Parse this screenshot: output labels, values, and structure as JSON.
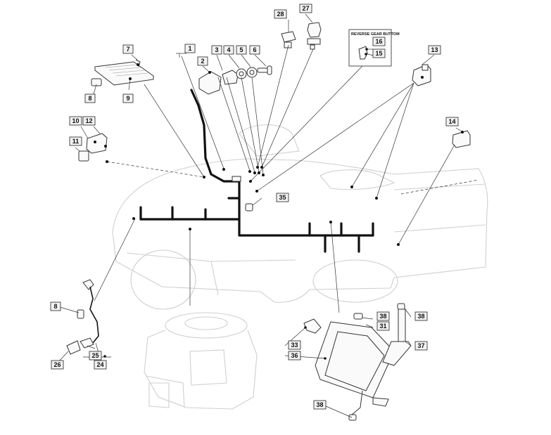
{
  "inset": {
    "title": "REVERSE GEAR BUTTOM"
  },
  "callouts": [
    {
      "label": "1"
    },
    {
      "label": "2"
    },
    {
      "label": "3"
    },
    {
      "label": "4"
    },
    {
      "label": "5"
    },
    {
      "label": "6"
    },
    {
      "label": "7"
    },
    {
      "label": "8"
    },
    {
      "label": "9"
    },
    {
      "label": "10"
    },
    {
      "label": "11"
    },
    {
      "label": "12"
    },
    {
      "label": "13"
    },
    {
      "label": "14"
    },
    {
      "label": "15"
    },
    {
      "label": "16"
    },
    {
      "label": "27"
    },
    {
      "label": "28"
    },
    {
      "label": "35"
    },
    {
      "label": "8"
    },
    {
      "label": "24"
    },
    {
      "label": "25"
    },
    {
      "label": "26"
    },
    {
      "label": "33"
    },
    {
      "label": "36"
    },
    {
      "label": "38"
    },
    {
      "label": "31"
    },
    {
      "label": "38"
    },
    {
      "label": "37"
    },
    {
      "label": "38"
    }
  ]
}
